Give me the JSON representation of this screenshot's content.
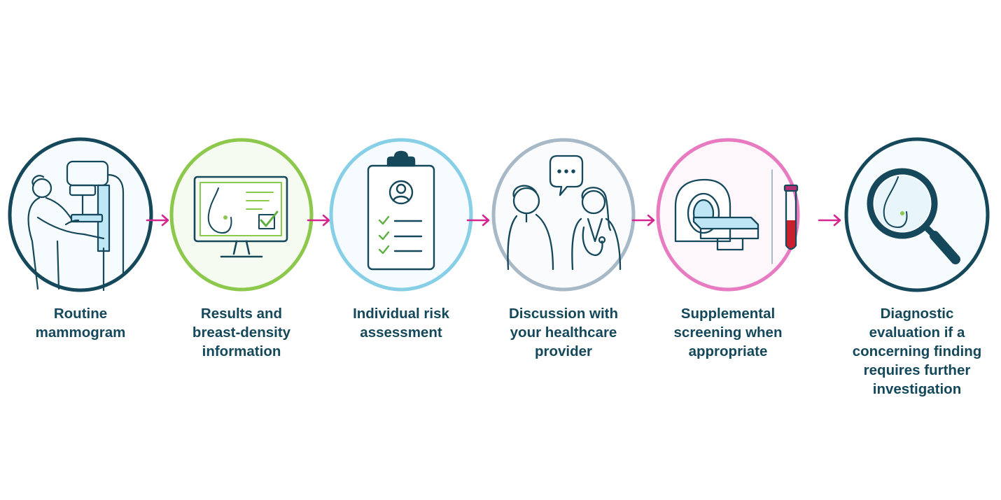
{
  "colors": {
    "navy": "#14485a",
    "green": "#8cc84b",
    "light_blue": "#86cfe7",
    "grey_blue": "#a7b8c6",
    "pink": "#e77ac0",
    "arrow_magenta": "#d6248f",
    "icon_accent_blue": "#bfe6f5",
    "check_green": "#5fb043",
    "blood_red": "#c8202f"
  },
  "steps": [
    {
      "icon": "mammogram-icon",
      "label_lines": [
        "Routine",
        "mammogram"
      ]
    },
    {
      "icon": "monitor-results-icon",
      "label_lines": [
        "Results and",
        "breast-density",
        "information"
      ]
    },
    {
      "icon": "clipboard-checklist-icon",
      "label_lines": [
        "Individual risk",
        "assessment"
      ]
    },
    {
      "icon": "patient-doctor-discussion-icon",
      "label_lines": [
        "Discussion with",
        "your healthcare",
        "provider"
      ]
    },
    {
      "icon": "mri-scanner-blood-tube-icon",
      "label_lines": [
        "Supplemental",
        "screening when",
        "appropriate"
      ]
    },
    {
      "icon": "magnifying-glass-icon",
      "label_lines": [
        "Diagnostic",
        "evaluation if a",
        "concerning finding",
        "requires further",
        "investigation"
      ]
    }
  ],
  "arrows": [
    "arrow-icon",
    "arrow-icon",
    "arrow-icon",
    "arrow-icon",
    "arrow-icon"
  ]
}
